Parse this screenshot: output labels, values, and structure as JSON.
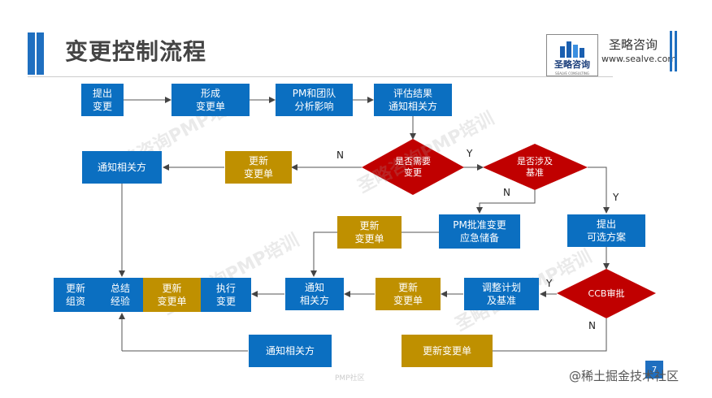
{
  "title": "变更控制流程",
  "brand": {
    "name": "圣略咨询",
    "url": "www.sealve.com",
    "logo_text": "圣略咨询",
    "logo_sub": "SEALVE CONSULTING"
  },
  "colors": {
    "blue": "#0b6fc1",
    "gold": "#bf9000",
    "red": "#c00000"
  },
  "nodes": {
    "propose": "提出\n变更",
    "form": "形成\n变更单",
    "pm_team": "PM和团队\n分析影响",
    "eval_notify": "评估结果\n通知相关方",
    "need_change": "是否需要\n变更",
    "involve_baseline": "是否涉及\n基准",
    "update_form_top": "更新\n变更单",
    "notify_left": "通知相关方",
    "pm_approve": "PM批准变更\n应急储备",
    "propose_options": "提出\n可选方案",
    "update_form_mid": "更新\n变更单",
    "ccb": "CCB审批",
    "adjust_plan": "调整计划\n及基准",
    "update_form_row3": "更新\n变更单",
    "notify_row3": "通知\n相关方",
    "execute": "执行\n变更",
    "update_form_sum": "更新\n变更单",
    "summary": "总结\n经验",
    "update_assets": "更新\n组资",
    "update_form_bottom": "更新变更单",
    "notify_bottom": "通知相关方"
  },
  "edge_labels": {
    "n1": "N",
    "y1": "Y",
    "n2": "N",
    "y2": "Y",
    "y3": "Y",
    "n3": "N"
  },
  "watermark": "圣略咨询PMP培训",
  "footer": {
    "page": "7",
    "site": "@稀土掘金技术社区",
    "small": "PMP社区"
  }
}
